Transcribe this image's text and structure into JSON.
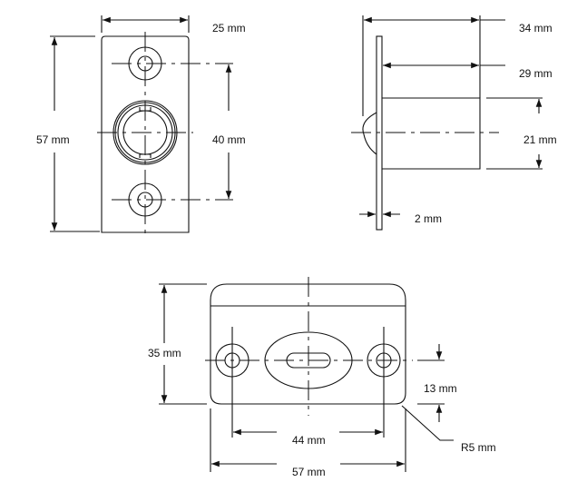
{
  "front_view": {
    "width_label": "25 mm",
    "height_label": "57 mm",
    "hole_spacing_label": "40 mm"
  },
  "side_view": {
    "total_depth_label": "34 mm",
    "body_depth_label": "29 mm",
    "body_height_label": "21 mm",
    "plate_thickness_label": "2 mm"
  },
  "bottom_view": {
    "height_label": "35 mm",
    "offset_label": "13 mm",
    "hole_spacing_label": "44 mm",
    "width_label": "57 mm",
    "corner_radius_label": "R5 mm"
  }
}
